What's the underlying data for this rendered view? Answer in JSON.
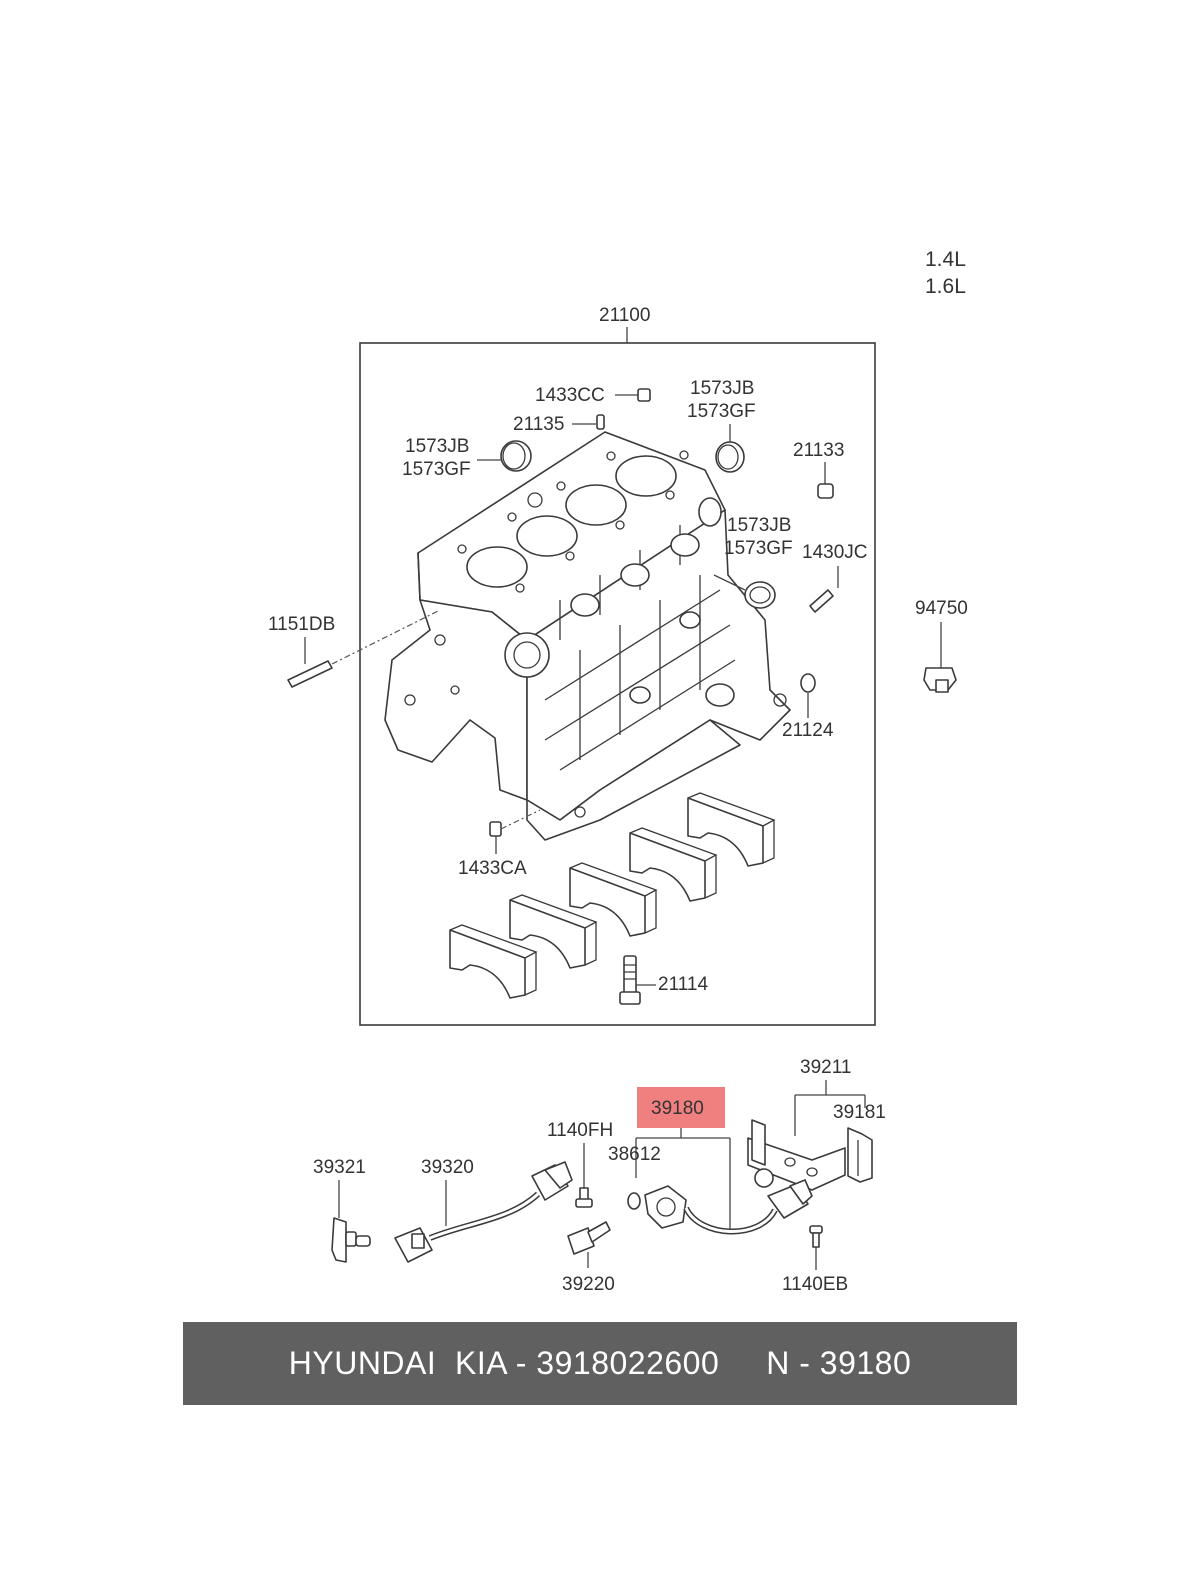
{
  "engine_sizes": [
    "1.4L",
    "1.6L"
  ],
  "labels": {
    "block_assembly": "21100",
    "plug_cc": "1433CC",
    "pin_21135": "21135",
    "seal_a1": "1573JB",
    "seal_a2": "1573GF",
    "seal_b1": "1573JB",
    "seal_b2": "1573GF",
    "seal_c1": "1573JB",
    "seal_c2": "1573GF",
    "plug_21133": "21133",
    "plug_jc": "1430JC",
    "stud_db": "1151DB",
    "sensor_94750": "94750",
    "bushing_21124": "21124",
    "plug_ca": "1433CA",
    "bolt_21114": "21114",
    "bracket_39211": "39211",
    "cps_39180": "39180",
    "clip_39181": "39181",
    "bolt_fh": "1140FH",
    "oring_38612": "38612",
    "clip_39321": "39321",
    "harness_39320": "39320",
    "sensor_39220": "39220",
    "bolt_eb": "1140EB"
  },
  "highlight": {
    "color": "#f08080"
  },
  "footer": {
    "text": "HYUNDAI  KIA - 3918022600     N - 39180"
  }
}
